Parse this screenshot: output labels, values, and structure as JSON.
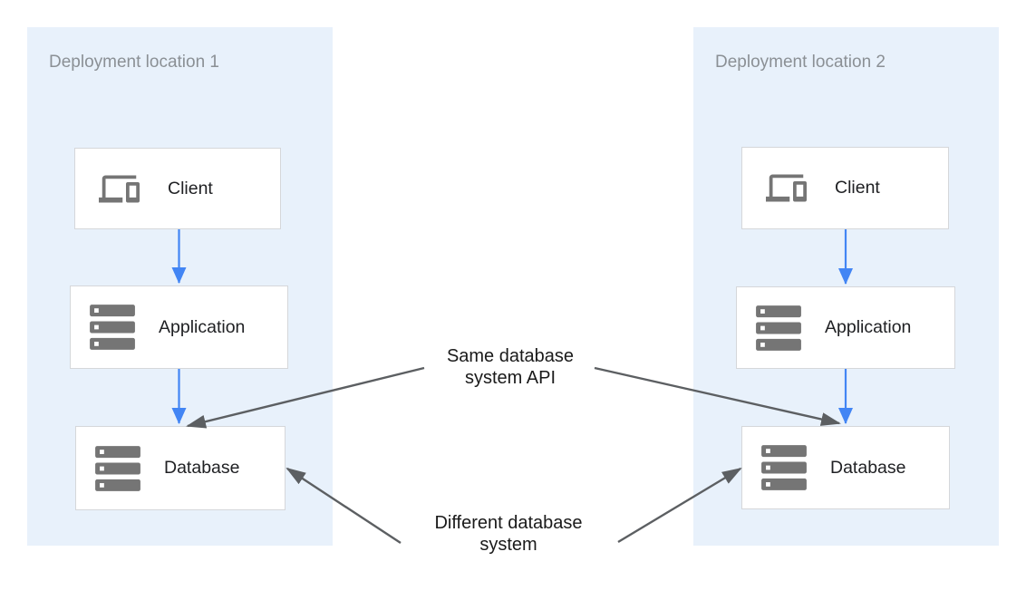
{
  "colors": {
    "panel_bg": "#e8f1fb",
    "panel_title": "#8b9095",
    "box_bg": "#ffffff",
    "box_border": "#d5d7da",
    "box_text": "#202124",
    "icon_gray": "#757575",
    "flow_arrow": "#4285f4",
    "annotation_arrow": "#5c5f62",
    "annotation_text": "#1a1a1a"
  },
  "panels": [
    {
      "title": "Deployment location 1",
      "nodes": [
        {
          "label": "Client",
          "icon": "devices-icon"
        },
        {
          "label": "Application",
          "icon": "server-stack-icon"
        },
        {
          "label": "Database",
          "icon": "server-stack-icon"
        }
      ]
    },
    {
      "title": "Deployment location 2",
      "nodes": [
        {
          "label": "Client",
          "icon": "devices-icon"
        },
        {
          "label": "Application",
          "icon": "server-stack-icon"
        },
        {
          "label": "Database",
          "icon": "server-stack-icon"
        }
      ]
    }
  ],
  "annotations": {
    "same_api": {
      "line1": "Same database",
      "line2": "system API"
    },
    "different_system": {
      "line1": "Different database",
      "line2": "system"
    }
  },
  "connections": [
    {
      "from": "Client",
      "to": "Application",
      "panel": "Deployment location 1",
      "style": "blue-flow"
    },
    {
      "from": "Application",
      "to": "Database",
      "panel": "Deployment location 1",
      "style": "blue-flow"
    },
    {
      "from": "Client",
      "to": "Application",
      "panel": "Deployment location 2",
      "style": "blue-flow"
    },
    {
      "from": "Application",
      "to": "Database",
      "panel": "Deployment location 2",
      "style": "blue-flow"
    },
    {
      "from": "Same database system API",
      "to": "Database in Deployment location 1",
      "style": "gray-annotation"
    },
    {
      "from": "Same database system API",
      "to": "Database in Deployment location 2",
      "style": "gray-annotation"
    },
    {
      "from": "Different database system",
      "to": "Database in Deployment location 1",
      "style": "gray-annotation"
    },
    {
      "from": "Different database system",
      "to": "Database in Deployment location 2",
      "style": "gray-annotation"
    }
  ]
}
